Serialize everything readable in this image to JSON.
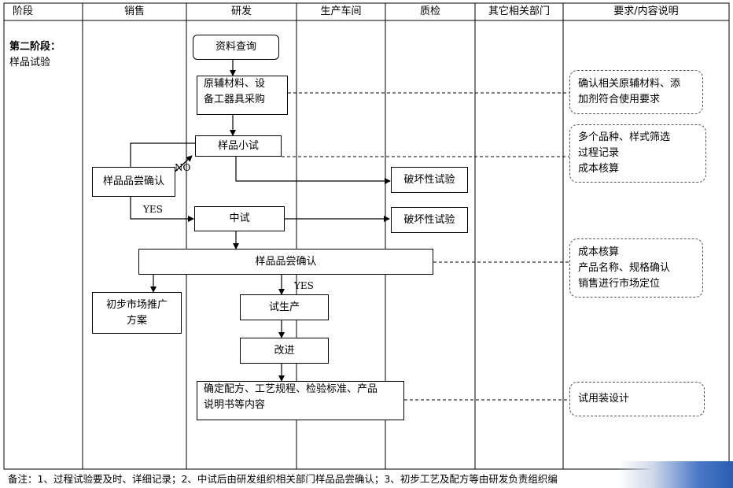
{
  "headers": [
    "阶段",
    "销售",
    "研发",
    "生产车间",
    "质检",
    "其它相关部门",
    "要求/内容说明"
  ],
  "stage": {
    "title": "第二阶段：",
    "subtitle": "样品试验"
  },
  "nodes": {
    "info_query": "资料查询",
    "procurement_l1": "原辅材料、设",
    "procurement_l2": "备工器具采购",
    "small_trial": "样品小试",
    "tasting1": "样品品尝确认",
    "destructive1": "破坏性试验",
    "pilot": "中试",
    "destructive2": "破坏性试验",
    "tasting2": "样品品尝确认",
    "market_l1": "初步市场推广",
    "market_l2": "方案",
    "trial_prod": "试生产",
    "improve": "改进",
    "finalize_l1": "确定配方、工艺规程、检验标准、产品",
    "finalize_l2": "说明书等内容"
  },
  "labels": {
    "no": "NO",
    "yes1": "YES",
    "yes2": "YES"
  },
  "notes": {
    "n1": [
      "确认相关原辅材料、添",
      "加剂符合使用要求"
    ],
    "n2": [
      "多个品种、样式筛选",
      "过程记录",
      "成本核算"
    ],
    "n3": [
      "成本核算",
      "产品名称、规格确认",
      "销售进行市场定位"
    ],
    "n4": [
      "试用装设计"
    ]
  },
  "footer": "备注：1、过程试验要及时、详细记录；2、中试后由研发组织相关部门样品品尝确认；3、初步工艺及配方等由研发负责组织编"
}
